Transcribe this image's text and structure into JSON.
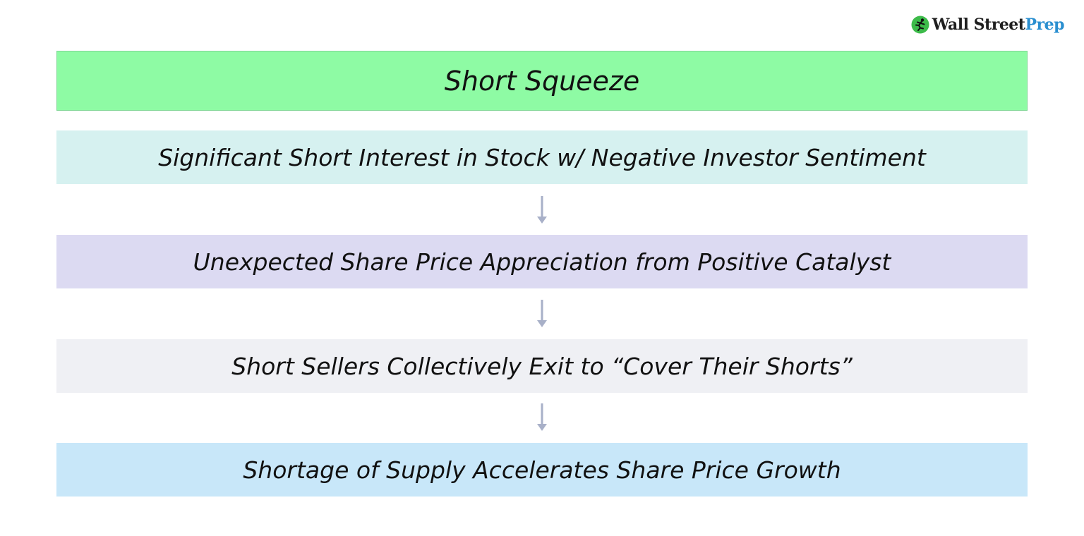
{
  "logo": {
    "brand_main": "Wall Street",
    "brand_accent": "Prep",
    "icon": "runner-icon",
    "colors": {
      "icon": "#3dbb4a",
      "accent": "#2a8fd0",
      "main": "#1f1f1f"
    }
  },
  "title": {
    "label": "Short Squeeze",
    "color": "#8efba4"
  },
  "steps": [
    {
      "label": "Significant Short Interest in Stock w/ Negative Investor Sentiment",
      "color": "#d6f1f0"
    },
    {
      "label": "Unexpected Share Price Appreciation from Positive Catalyst",
      "color": "#dcdaf2"
    },
    {
      "label": "Short Sellers Collectively Exit to “Cover Their Shorts”",
      "color": "#eff0f4"
    },
    {
      "label": "Shortage of Supply Accelerates Share Price Growth",
      "color": "#c8e7f9"
    }
  ],
  "arrow": {
    "icon": "arrow-down-icon",
    "color": "#a8b0c8"
  }
}
